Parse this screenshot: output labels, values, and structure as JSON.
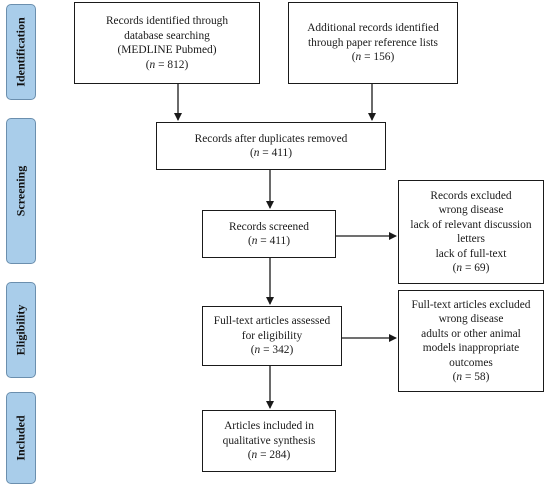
{
  "phases": {
    "identification": "Identification",
    "screening": "Screening",
    "eligibility": "Eligibility",
    "included": "Included"
  },
  "boxes": {
    "records_identified": {
      "lines": [
        "Records identified through",
        "database searching",
        "(MEDLINE Pubmed)"
      ],
      "n_label": "n",
      "n_value": " = 812)"
    },
    "additional_records": {
      "lines": [
        "Additional records identified",
        "through paper reference lists"
      ],
      "n_label": "n",
      "n_value": " = 156)"
    },
    "after_duplicates": {
      "lines": [
        "Records after duplicates removed"
      ],
      "n_label": "n",
      "n_value": " = 411)"
    },
    "screened": {
      "lines": [
        "Records screened"
      ],
      "n_label": "n",
      "n_value": " =  411)"
    },
    "excluded": {
      "lines": [
        "Records excluded",
        "wrong disease",
        "lack of relevant discussion",
        "letters",
        "lack of full-text"
      ],
      "n_label": "n",
      "n_value": " = 69)"
    },
    "fulltext_assessed": {
      "lines": [
        "Full-text articles assessed",
        "for eligibility"
      ],
      "n_label": "n",
      "n_value": " = 342)"
    },
    "fulltext_excluded": {
      "lines": [
        "Full-text articles excluded",
        "wrong disease",
        "adults or other animal",
        "models inappropriate",
        "outcomes"
      ],
      "n_label": "n",
      "n_value": " = 58)"
    },
    "included_synthesis": {
      "lines": [
        "Articles included in",
        "qualitative synthesis"
      ],
      "n_label": "n",
      "n_value": " = 284)"
    }
  },
  "colors": {
    "phase_fill": "#a9cdea",
    "phase_border": "#6b8fae",
    "box_border": "#1a1a1a",
    "arrow": "#1a1a1a"
  }
}
